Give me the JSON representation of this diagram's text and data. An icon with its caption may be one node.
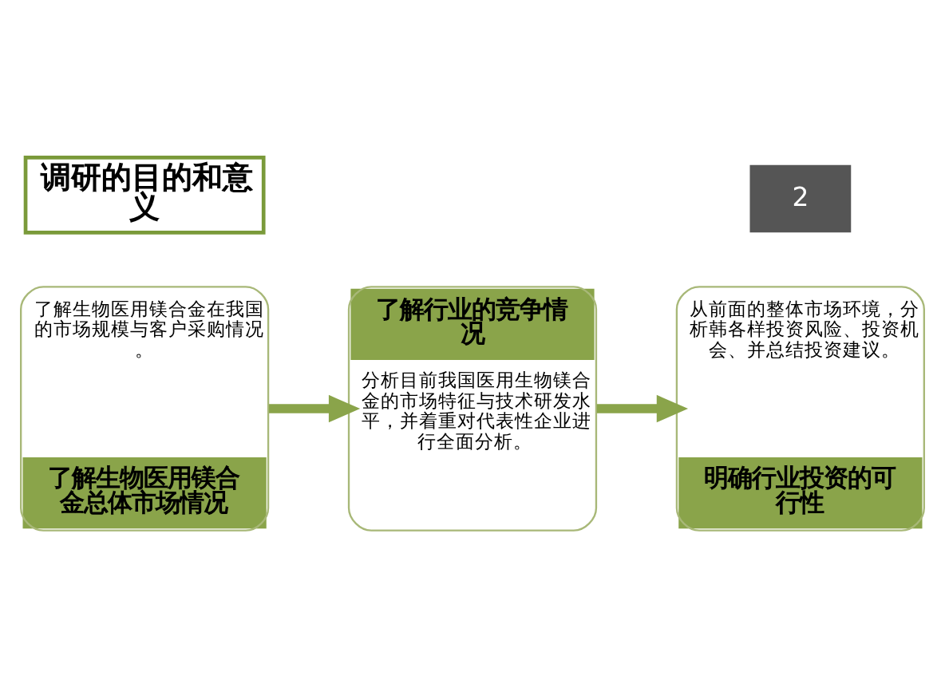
{
  "diagram": {
    "nodes": [
      {
        "text": [
          "调研的目的和意义"
        ]
      },
      {
        "text": [
          "了解生物医用镁合金在我国的市场规模与客户采购情况。",
          "了解生物医用镁合金总体市场情况"
        ]
      },
      {
        "text": [
          "了解行业的竞争情况",
          "分析目前我国医用生物镁合金的市场特征与技术研发水平，并着重对代表性企业进行全面分析。"
        ]
      },
      {
        "text": [
          "从前面的整体市场环境，分析韩各样投资风险、投资机会、并总结投资建议。",
          "明确行业投资的可行性"
        ]
      }
    ],
    "edges": [
      {
        "from": 1,
        "to": 2,
        "arrow": "to"
      },
      {
        "from": 2,
        "to": 3,
        "arrow": "to"
      }
    ],
    "labels": [
      "2"
    ]
  }
}
